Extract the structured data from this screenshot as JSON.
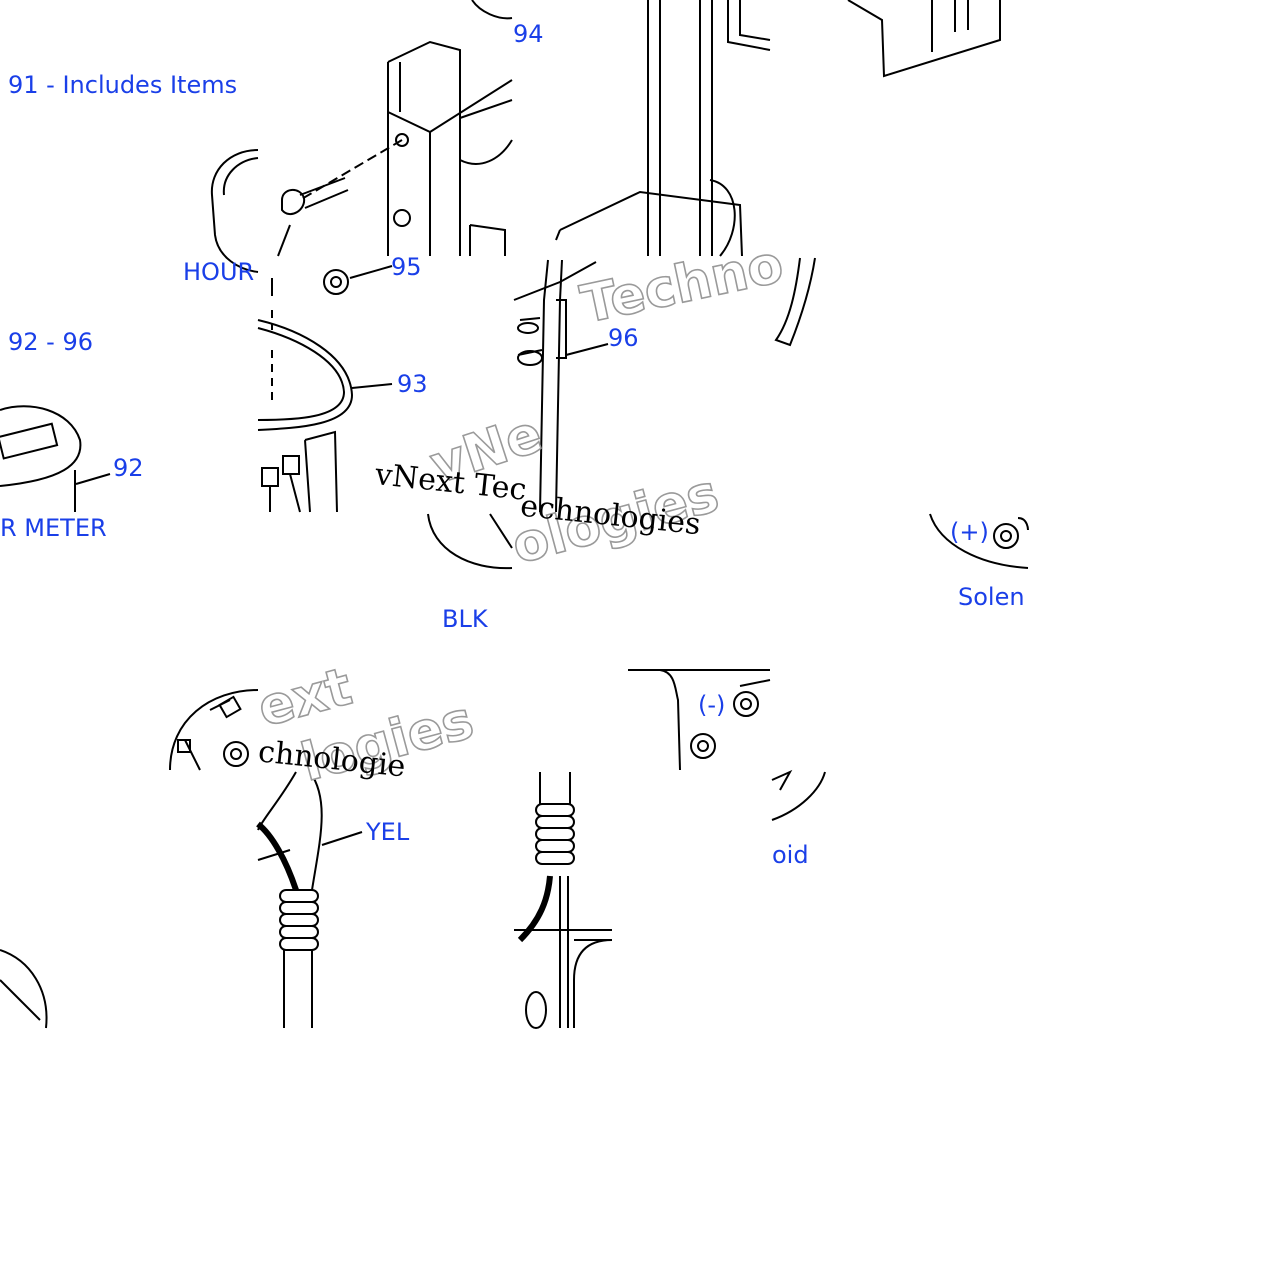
{
  "labels": {
    "includes_line1": "91 - Includes Items",
    "includes_line2": "92 - 96",
    "hour_partial": "HOUR",
    "meter_partial": "R METER",
    "callout_92": "92",
    "callout_93": "93",
    "callout_94": "94",
    "callout_95": "95",
    "callout_96": "96",
    "blk": "BLK",
    "yel": "YEL",
    "positive": "(+)",
    "negative": "(-)",
    "solenoid_top": "Solen",
    "solenoid_bottom": "oid"
  },
  "watermarks": {
    "serif_1": "vNext Tec",
    "serif_2": "echnologies",
    "serif_3": "chnologie",
    "outline_1": "Techno",
    "outline_2": "vNe",
    "outline_3": "ologies",
    "outline_4": "ext",
    "outline_5": "logies"
  },
  "colors": {
    "callout": "#1a3fe8",
    "line": "#000000",
    "background": "#ffffff"
  }
}
